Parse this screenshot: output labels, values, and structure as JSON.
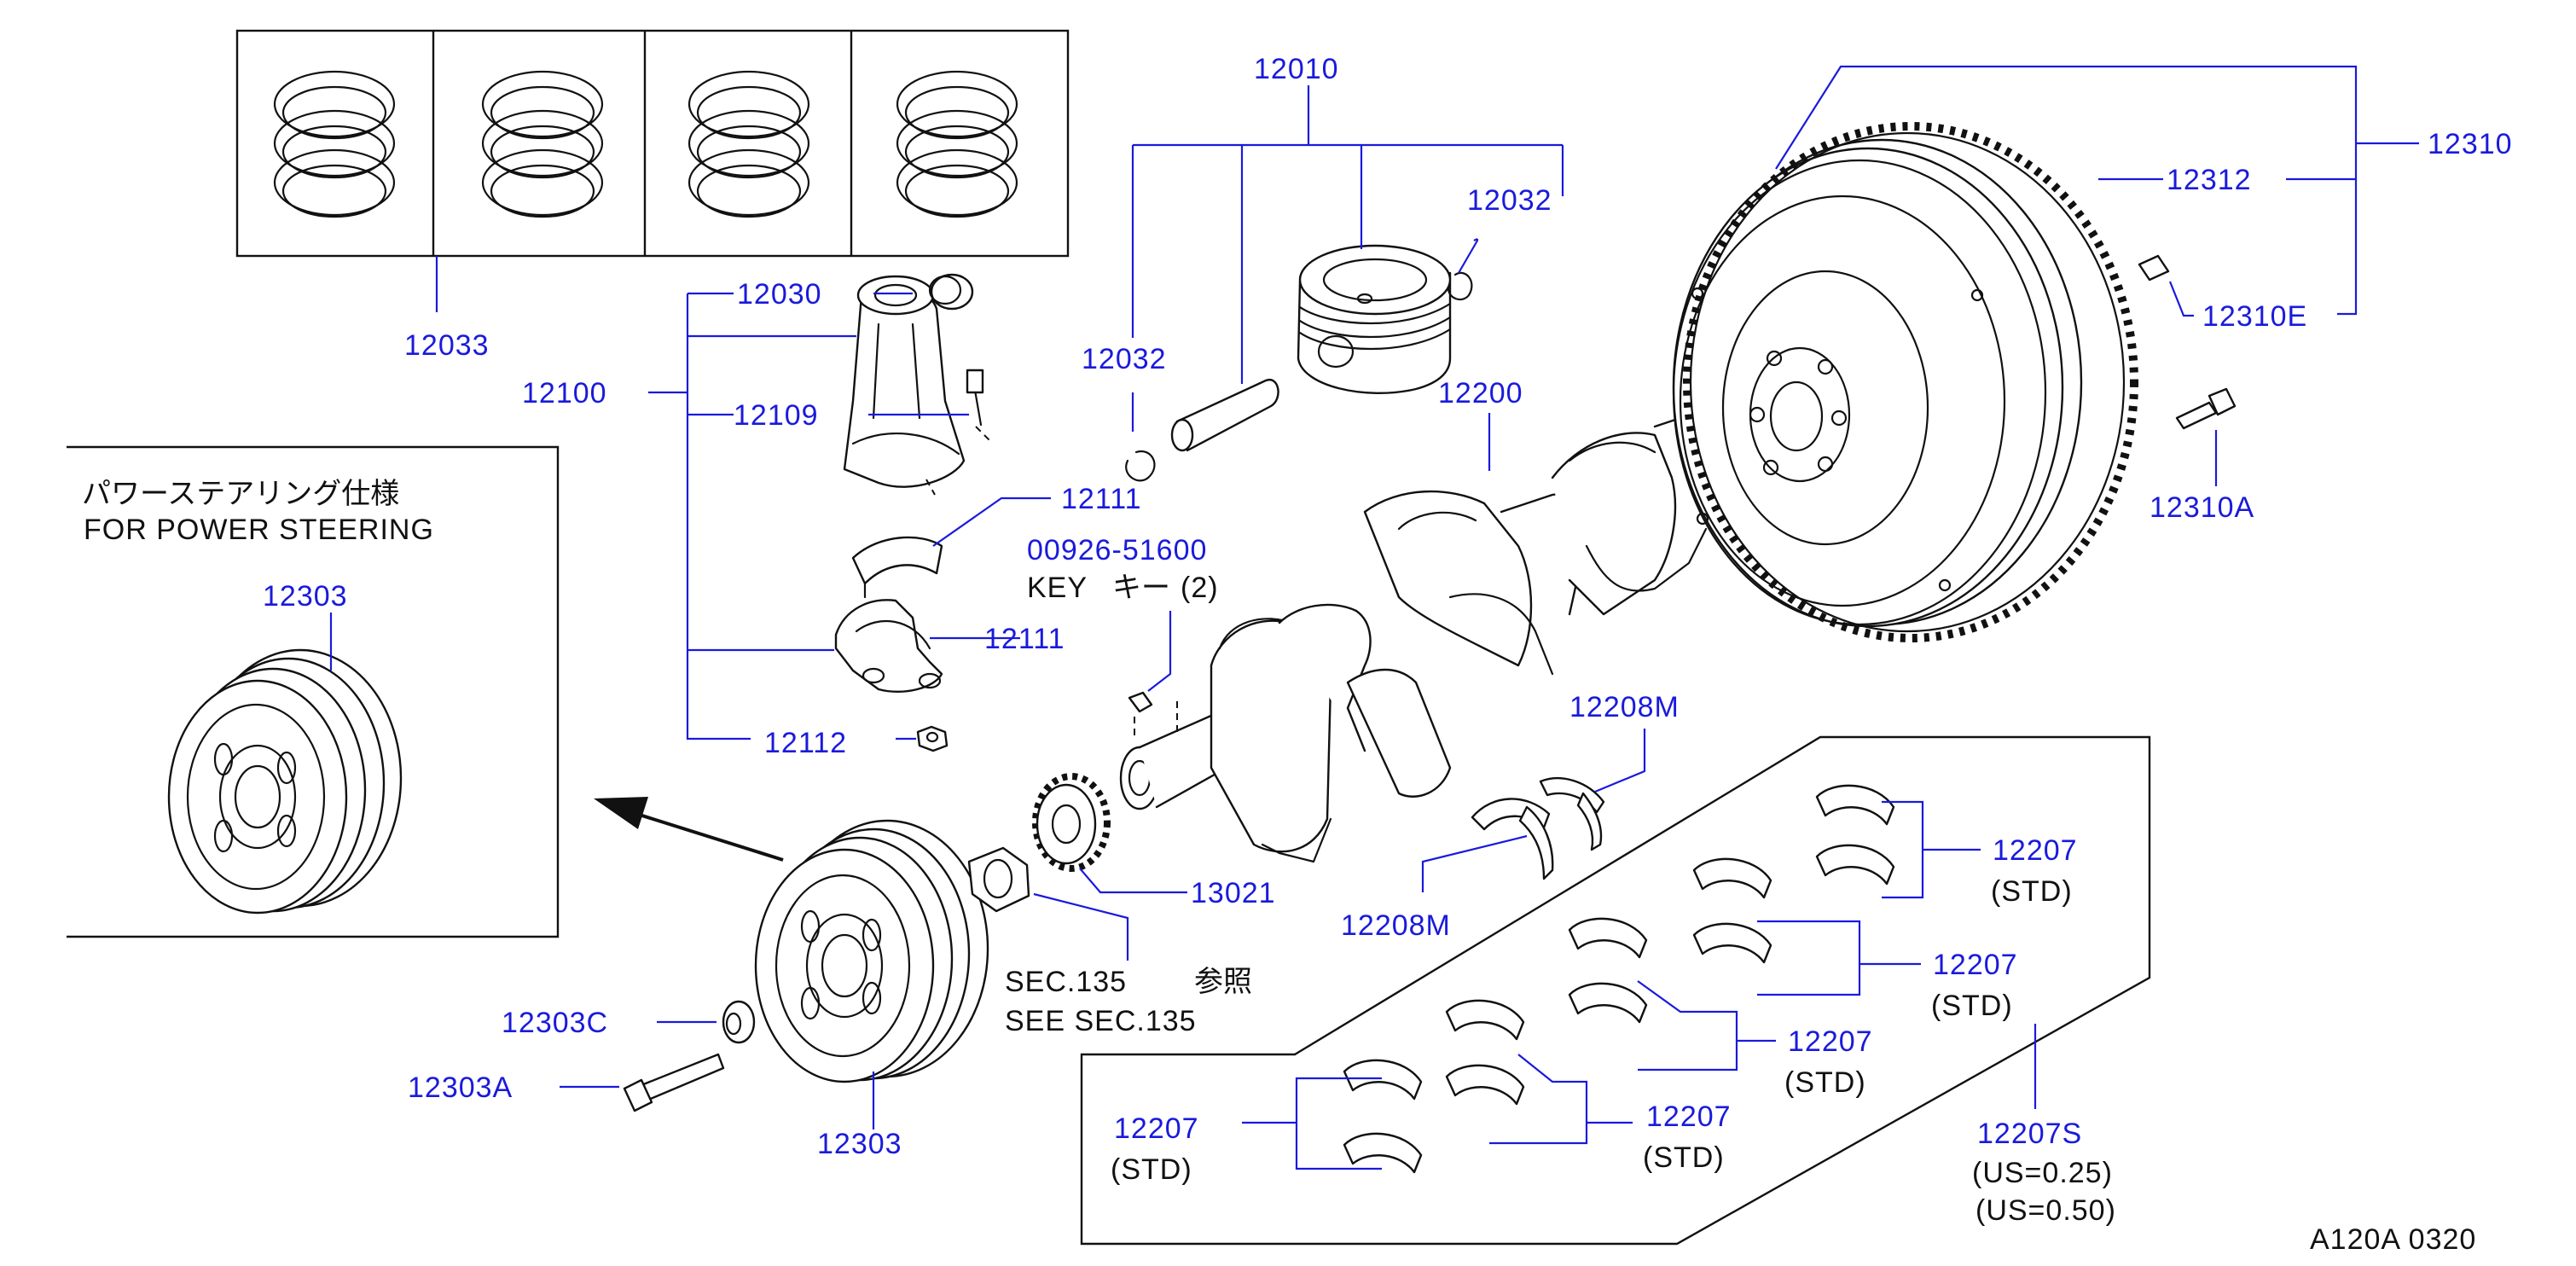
{
  "parts": {
    "p12010": "12010",
    "p12310": "12310",
    "p12312": "12312",
    "p12032_right": "12032",
    "p12310E": "12310E",
    "p12030": "12030",
    "p12033": "12033",
    "p12100": "12100",
    "p12109": "12109",
    "p12032_left": "12032",
    "p12200": "12200",
    "p12310A": "12310A",
    "p12111_top": "12111",
    "p00926": "00926-51600",
    "p12303_inset": "12303",
    "p12111_bottom": "12111",
    "p12208M_top": "12208M",
    "p12112": "12112",
    "p12207_a": "12207",
    "p13021": "13021",
    "p12208M_bottom": "12208M",
    "p12207_b": "12207",
    "p12303C": "12303C",
    "p12207_c": "12207",
    "p12303A": "12303A",
    "p12207_d": "12207",
    "p12207_e": "12207",
    "p12207S": "12207S",
    "p12303_main": "12303"
  },
  "notes": {
    "power_steering_jp": "パワーステアリング仕様",
    "power_steering_en": "FOR  POWER  STEERING",
    "key_en": "KEY",
    "key_jp": "キー",
    "key_qty": "(2)",
    "sec_line1": "SEC.135",
    "sec_line1_jp": "参照",
    "sec_line2": "SEE  SEC.135",
    "std_a": "(STD)",
    "std_b": "(STD)",
    "std_c": "(STD)",
    "std_d": "(STD)",
    "std_e": "(STD)",
    "us025": "(US=0.25)",
    "us050": "(US=0.50)",
    "diagram_code": "A120A  0320"
  },
  "colors": {
    "label": "#1a1adc",
    "ink": "#111111",
    "background": "#ffffff"
  }
}
